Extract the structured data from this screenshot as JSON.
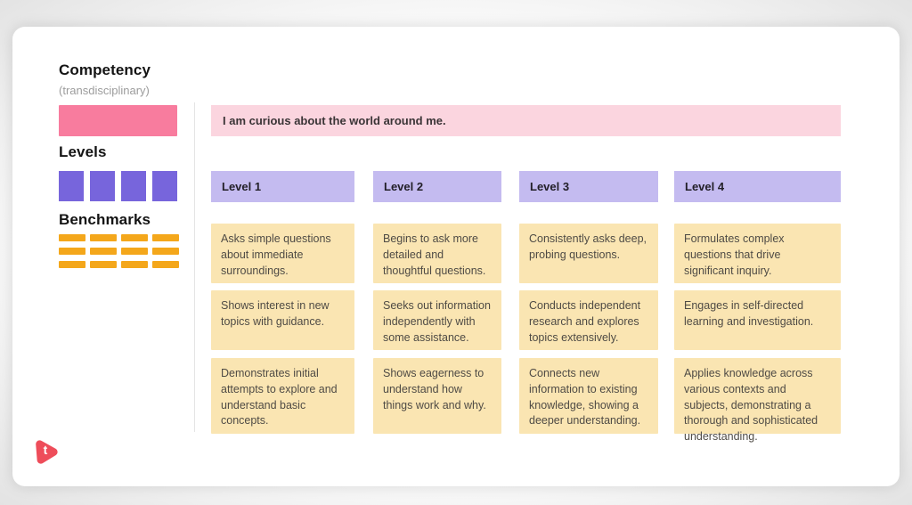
{
  "legend": {
    "competency_label": "Competency",
    "competency_sublabel": "(transdisciplinary)",
    "levels_label": "Levels",
    "benchmarks_label": "Benchmarks"
  },
  "banner": {
    "text": "I am curious about the world around me."
  },
  "columns": [
    {
      "label": "Level 1",
      "benchmarks": [
        "Asks simple questions about immediate surroundings.",
        "Shows interest in new topics with guidance.",
        "Demonstrates initial attempts to explore and understand basic concepts."
      ]
    },
    {
      "label": "Level 2",
      "benchmarks": [
        "Begins to ask more detailed and thoughtful questions.",
        "Seeks out information independently with some assistance.",
        "Shows eagerness to understand how things work and why."
      ]
    },
    {
      "label": "Level 3",
      "benchmarks": [
        "Consistently asks deep, probing questions.",
        "Conducts independent research and explores topics extensively.",
        "Connects new information to existing knowledge, showing a deeper understanding."
      ]
    },
    {
      "label": "Level 4",
      "benchmarks": [
        "Formulates complex questions that drive significant inquiry.",
        "Engages in self-directed learning and investigation.",
        "Applies knowledge across various contexts and subjects, demonstrating a thorough and sophisticated understanding."
      ]
    }
  ],
  "logo": {
    "letter": "t"
  },
  "colors": {
    "competency-pink": "#F87C9E",
    "banner-pink": "#FBD5DF",
    "level-purple": "#7765DC",
    "header-lavender": "#C4BBF0",
    "benchmark-yellow": "#F4A71B",
    "card-cream": "#FAE5B2",
    "logo-red": "#EE4D5A"
  }
}
